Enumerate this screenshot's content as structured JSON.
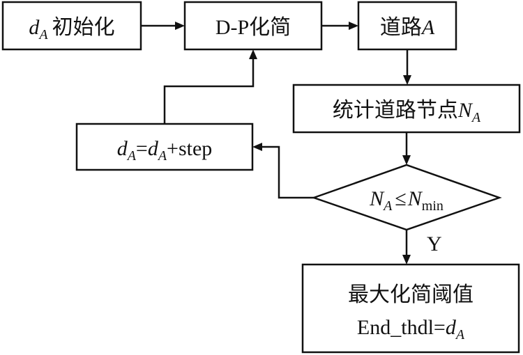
{
  "nodes": {
    "init": {
      "var": "d",
      "var_sub": "A",
      "text": "初始化"
    },
    "dp": {
      "text": "D-P化简"
    },
    "road": {
      "text": "道路",
      "var": "A"
    },
    "count": {
      "text": "统计道路节点",
      "var": "N",
      "var_sub": "A"
    },
    "update": {
      "lhs_var": "d",
      "lhs_sub": "A",
      "eq": "=",
      "rhs_var": "d",
      "rhs_sub": "A",
      "rhs_tail": "+step"
    },
    "decision": {
      "lhs_var": "N",
      "lhs_sub": "A",
      "op": "≤",
      "rhs_var": "N",
      "rhs_sub": "min"
    },
    "result": {
      "line1": "最大化简阈值",
      "line2_prefix": "End_thdl=",
      "line2_var": "d",
      "line2_sub": "A"
    }
  },
  "edges": {
    "yes_label": "Y"
  },
  "colors": {
    "stroke": "#111111",
    "background": "#ffffff"
  }
}
